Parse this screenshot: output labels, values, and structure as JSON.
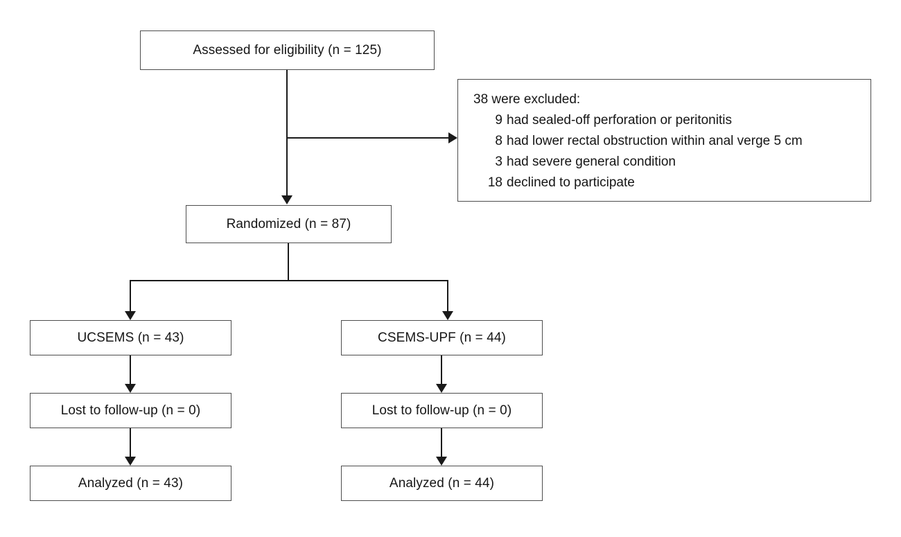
{
  "diagram": {
    "type": "consort-flow-diagram",
    "title": "",
    "background_color": "#ffffff",
    "line_color": "#1a1a1a",
    "box_border_color": "#4d4d4d",
    "text_color": "#161616"
  },
  "nodes": {
    "assessed": {
      "label": "Assessed for eligibility (n = 125)",
      "count": 125
    },
    "excluded": {
      "heading": "38 were excluded:",
      "total": 38,
      "reasons": [
        {
          "count": "9",
          "text": "had sealed-off perforation or peritonitis"
        },
        {
          "count": "8",
          "text": "had lower rectal obstruction within anal verge 5 cm"
        },
        {
          "count": "3",
          "text": "had severe general condition"
        },
        {
          "count": "18",
          "text": "declined to participate"
        }
      ]
    },
    "randomized": {
      "label": "Randomized (n = 87)",
      "count": 87
    },
    "arm_left": {
      "label": "UCSEMS (n = 43)",
      "count": 43
    },
    "arm_right": {
      "label": "CSEMS-UPF (n = 44)",
      "count": 44
    },
    "lost_left": {
      "label": "Lost to follow-up (n = 0)",
      "count": 0
    },
    "lost_right": {
      "label": "Lost to follow-up (n = 0)",
      "count": 0
    },
    "analyzed_left": {
      "label": "Analyzed (n = 43)",
      "count": 43
    },
    "analyzed_right": {
      "label": "Analyzed (n = 44)",
      "count": 44
    }
  }
}
